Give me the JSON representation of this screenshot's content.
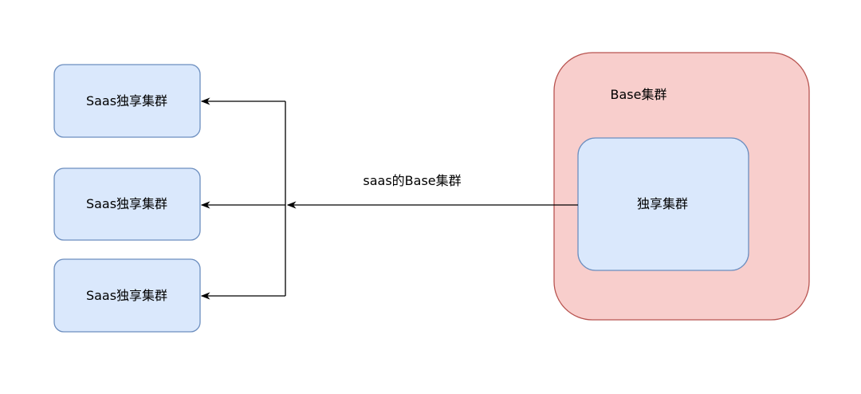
{
  "diagram": {
    "saas_nodes": [
      {
        "label": "Saas独享集群"
      },
      {
        "label": "Saas独享集群"
      },
      {
        "label": "Saas独享集群"
      }
    ],
    "base_cluster": {
      "label": "Base集群"
    },
    "exclusive_cluster": {
      "label": "独享集群"
    },
    "connection": {
      "label": "saas的Base集群"
    }
  },
  "colors": {
    "blue_fill": "#dae8fc",
    "blue_stroke": "#6c8ebf",
    "red_fill": "#f8cecc",
    "red_stroke": "#b85450",
    "line": "#000000"
  }
}
